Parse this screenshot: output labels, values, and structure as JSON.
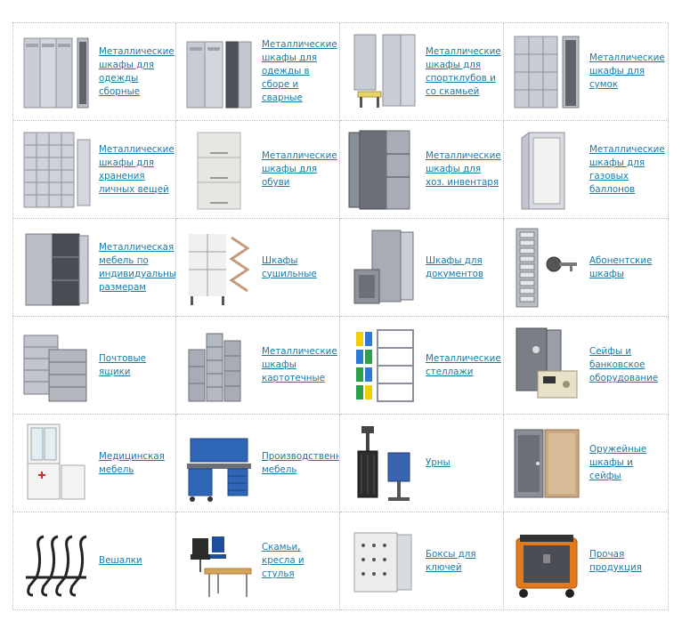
{
  "catalog": {
    "items": [
      {
        "label": "Металлические шкафы для одежды сборные",
        "icon": "locker-cabinets-icon"
      },
      {
        "label": "Металлические шкафы для одежды в сборе и сварные",
        "icon": "welded-locker-icon"
      },
      {
        "label": "Металлические шкафы для спортклубов и со скамьей",
        "icon": "locker-bench-icon"
      },
      {
        "label": "Металлические шкафы для сумок",
        "icon": "bag-locker-icon"
      },
      {
        "label": "Металлические шкафы для хранения личных вещей",
        "icon": "personal-locker-icon"
      },
      {
        "label": "Металлические шкафы для обуви",
        "icon": "shoe-cabinet-icon"
      },
      {
        "label": "Металлические шкафы для хоз. инвентаря",
        "icon": "utility-cabinet-icon"
      },
      {
        "label": "Металлические шкафы для газовых баллонов",
        "icon": "gas-cylinder-cabinet-icon"
      },
      {
        "label": "Металлическая мебель по индивидуальным размерам",
        "icon": "custom-cabinet-icon"
      },
      {
        "label": "Шкафы сушильные",
        "icon": "drying-cabinet-icon"
      },
      {
        "label": "Шкафы для документов",
        "icon": "document-cabinet-icon"
      },
      {
        "label": "Абонентские шкафы",
        "icon": "key-box-icon"
      },
      {
        "label": "Почтовые ящики",
        "icon": "mailbox-icon"
      },
      {
        "label": "Металлические шкафы картотечные",
        "icon": "file-cabinet-icon"
      },
      {
        "label": "Металлические стеллажи",
        "icon": "shelving-icon"
      },
      {
        "label": "Сейфы и банковское оборудование",
        "icon": "safe-icon"
      },
      {
        "label": "Медицинская мебель",
        "icon": "medical-cabinet-icon"
      },
      {
        "label": "Производственная мебель",
        "icon": "workbench-icon"
      },
      {
        "label": "Урны",
        "icon": "trash-bin-icon"
      },
      {
        "label": "Оружейные шкафы и сейфы",
        "icon": "gun-safe-icon"
      },
      {
        "label": "Вешалки",
        "icon": "coat-hanger-icon"
      },
      {
        "label": "Скамьи, кресла и стулья",
        "icon": "chairs-icon"
      },
      {
        "label": "Боксы для ключей",
        "icon": "key-cabinet-icon"
      },
      {
        "label": "Прочая продукция",
        "icon": "misc-products-icon"
      }
    ]
  }
}
